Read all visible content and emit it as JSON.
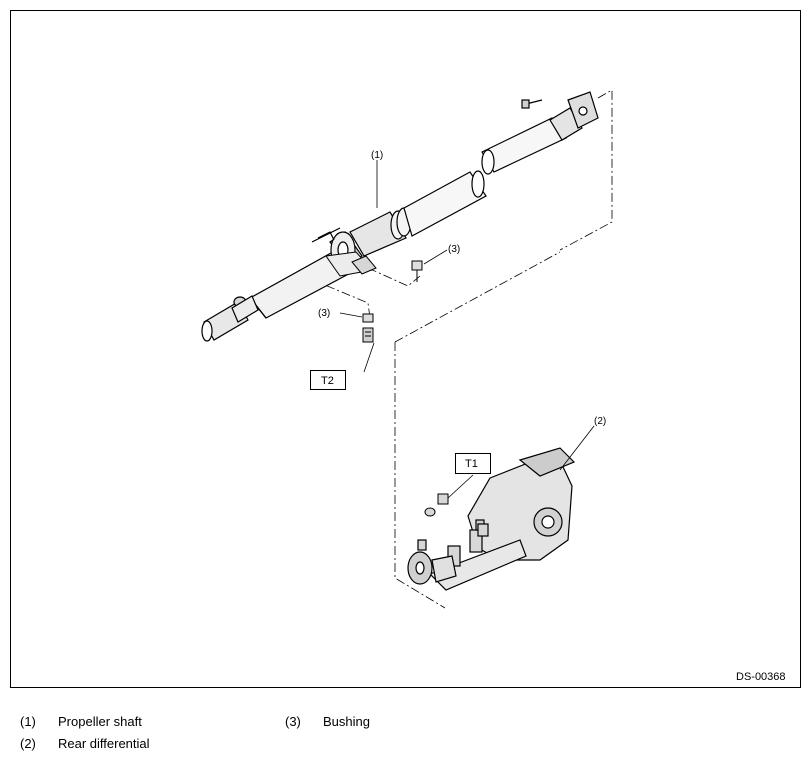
{
  "figure": {
    "code": "DS-00368",
    "callouts": {
      "c1": "(1)",
      "c2": "(2)",
      "c3a": "(3)",
      "c3b": "(3)"
    },
    "torque_tags": {
      "t1": "T1",
      "t2": "T2"
    }
  },
  "legend": [
    {
      "num": "(1)",
      "text": "Propeller shaft"
    },
    {
      "num": "(2)",
      "text": "Rear differential"
    },
    {
      "num": "(3)",
      "text": "Bushing"
    }
  ]
}
